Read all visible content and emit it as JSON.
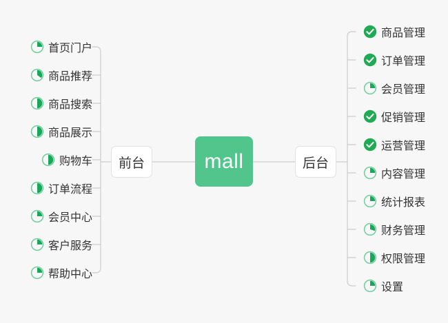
{
  "diagram": {
    "type": "mindmap",
    "center": {
      "label": "mall",
      "color": "#52c58c"
    },
    "branches": [
      {
        "id": "frontend",
        "node_label": "前台",
        "side": "left",
        "items": [
          {
            "label": "首页门户",
            "icon": "pie-progress-icon",
            "progress": 25,
            "status": "in-progress"
          },
          {
            "label": "商品推荐",
            "icon": "pie-progress-icon",
            "progress": 35,
            "status": "in-progress"
          },
          {
            "label": "商品搜索",
            "icon": "pie-progress-icon",
            "progress": 50,
            "status": "in-progress"
          },
          {
            "label": "商品展示",
            "icon": "pie-progress-icon",
            "progress": 50,
            "status": "in-progress"
          },
          {
            "label": "购物车",
            "icon": "pie-progress-icon",
            "progress": 50,
            "status": "in-progress"
          },
          {
            "label": "订单流程",
            "icon": "pie-progress-icon",
            "progress": 50,
            "status": "in-progress"
          },
          {
            "label": "会员中心",
            "icon": "pie-progress-icon",
            "progress": 25,
            "status": "in-progress"
          },
          {
            "label": "客户服务",
            "icon": "pie-progress-icon",
            "progress": 25,
            "status": "in-progress"
          },
          {
            "label": "帮助中心",
            "icon": "pie-progress-icon",
            "progress": 25,
            "status": "in-progress"
          }
        ]
      },
      {
        "id": "backend",
        "node_label": "后台",
        "side": "right",
        "items": [
          {
            "label": "商品管理",
            "icon": "check-circle-icon",
            "progress": 100,
            "status": "done"
          },
          {
            "label": "订单管理",
            "icon": "check-circle-icon",
            "progress": 100,
            "status": "done"
          },
          {
            "label": "会员管理",
            "icon": "pie-progress-icon",
            "progress": 25,
            "status": "in-progress"
          },
          {
            "label": "促销管理",
            "icon": "check-circle-icon",
            "progress": 100,
            "status": "done"
          },
          {
            "label": "运营管理",
            "icon": "check-circle-icon",
            "progress": 100,
            "status": "done"
          },
          {
            "label": "内容管理",
            "icon": "pie-progress-icon",
            "progress": 25,
            "status": "in-progress"
          },
          {
            "label": "统计报表",
            "icon": "pie-progress-icon",
            "progress": 25,
            "status": "in-progress"
          },
          {
            "label": "财务管理",
            "icon": "pie-progress-icon",
            "progress": 30,
            "status": "in-progress"
          },
          {
            "label": "权限管理",
            "icon": "pie-progress-icon",
            "progress": 50,
            "status": "in-progress"
          },
          {
            "label": "设置",
            "icon": "pie-progress-icon",
            "progress": 25,
            "status": "in-progress"
          }
        ]
      }
    ],
    "colors": {
      "background": "#f7f7f7",
      "center_fill": "#52c58c",
      "center_text": "#ffffff",
      "node_fill": "#ffffff",
      "node_border": "#e2e2e2",
      "node_text": "#333333",
      "connector": "#cccccc",
      "icon_ring": "#6ecf9b",
      "icon_wedge": "#17a85a",
      "icon_done_fill": "#1faa53",
      "icon_check": "#ffffff",
      "label_text": "#333333"
    }
  }
}
